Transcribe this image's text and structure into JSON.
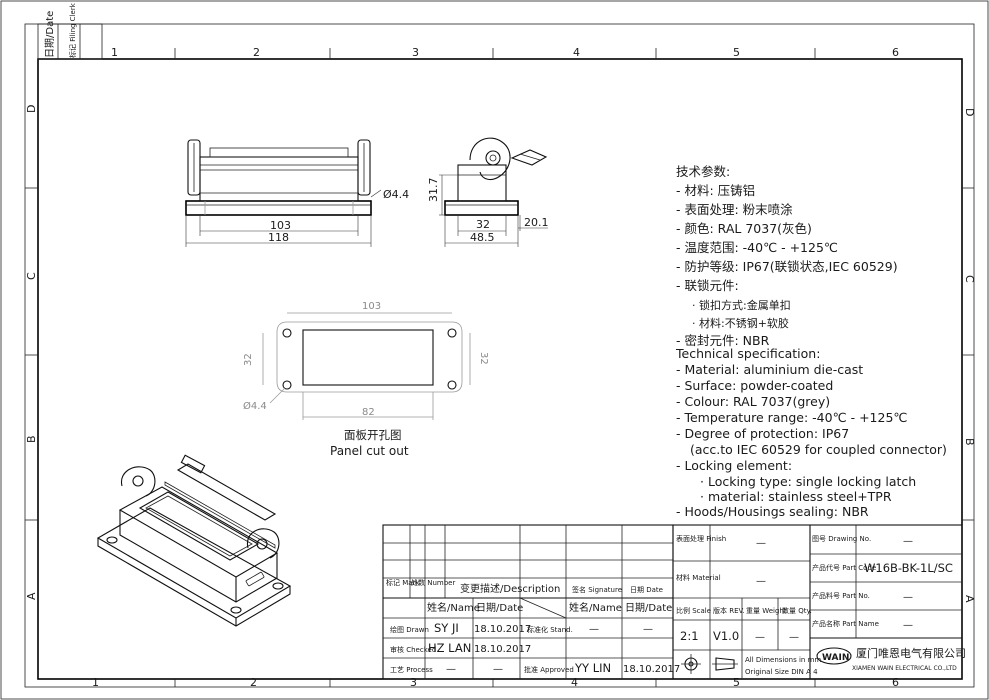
{
  "side_strip": {
    "date_label": "日期/Date",
    "filing_label": "标记 Filing Clerk"
  },
  "columns_top": [
    "1",
    "2",
    "3",
    "4",
    "5",
    "6"
  ],
  "columns_bottom": [
    "1",
    "2",
    "3",
    "4",
    "5",
    "6"
  ],
  "rows_left": [
    "D",
    "C",
    "B",
    "A"
  ],
  "rows_right": [
    "D",
    "C",
    "B",
    "A"
  ],
  "front_view": {
    "dims": {
      "inner_width": "103",
      "outer_width": "118",
      "hole": "Ø4.4"
    }
  },
  "side_view": {
    "dims": {
      "height": "31.7",
      "inner_width": "32",
      "outer_width": "48.5",
      "latch": "20.1"
    }
  },
  "cutout": {
    "dims": {
      "top": "103",
      "bottom": "82",
      "left": "32",
      "right": "32",
      "hole": "Ø4.4"
    },
    "label_cn": "面板开孔图",
    "label_en": "Panel cut out"
  },
  "spec_cn": {
    "heading": "技术参数:",
    "lines": [
      "- 材料: 压铸铝",
      "- 表面处理: 粉末喷涂",
      "- 颜色: RAL 7037(灰色)",
      "- 温度范围: -40℃ - +125℃",
      "- 防护等级: IP67(联锁状态,IEC 60529)",
      "- 联锁元件:",
      "· 锁扣方式:金属单扣",
      "· 材料:不锈钢+软胶",
      "- 密封元件: NBR"
    ]
  },
  "spec_en": {
    "heading": "Technical specification:",
    "lines": [
      "- Material: aluminium die-cast",
      "- Surface: powder-coated",
      "- Colour: RAL 7037(grey)",
      "- Temperature range: -40℃ - +125℃",
      "- Degree of protection: IP67",
      "(acc.to IEC 60529 for coupled connector)",
      "- Locking element:",
      "· Locking type: single locking latch",
      "· material: stainless steel+TPR",
      "- Hoods/Housings sealing: NBR"
    ]
  },
  "revision_block": {
    "mark": "标记 Mark",
    "number": "处数 Number",
    "description": "变更描述/Description",
    "signature": "签名 Signature",
    "date": "日期 Date",
    "name_header": "姓名/Name",
    "date_header": "日期/Date",
    "name_header_2": "姓名/Name",
    "date_header_2": "日期/Date",
    "drawn_label": "绘图 Drawn",
    "checked_label": "审核 Checked",
    "process_label": "工艺 Process",
    "stand_label": "标准化 Stand.",
    "approved_label": "批准 Approved",
    "drawn_name": "SY JI",
    "drawn_date": "18.10.2017",
    "checked_name": "HZ LAN",
    "checked_date": "18.10.2017",
    "process_name": "—",
    "process_date": "—",
    "stand_name": "—",
    "stand_date": "—",
    "approved_name": "YY LIN",
    "approved_date": "18.10.2017"
  },
  "title_block": {
    "finish_label": "表面处理 Finish",
    "finish_value": "—",
    "material_label": "材料 Material",
    "material_value": "—",
    "scale_label": "比例 Scale",
    "scale_value": "2:1",
    "rev_label": "版本 REV.",
    "rev_value": "V1.0",
    "weight_label": "重量 Weight",
    "weight_value": "—",
    "qty_label": "数量 Qty.",
    "qty_value": "—",
    "dims_note_1": "All Dimensions in mm",
    "dims_note_2": "Original Size DIN A 4",
    "drawing_no_label": "图号 Drawing No.",
    "drawing_no_value": "—",
    "part_code_label": "产品代号 Part Code",
    "part_code_value": "W16B-BK-1L/SC",
    "part_no_label": "产品料号 Part No.",
    "part_no_value": "—",
    "part_name_label": "产品名称 Part Name",
    "part_name_value": "—",
    "logo_text": "WAIN",
    "company_cn": "厦门唯恩电气有限公司",
    "company_en": "XIAMEN WAIN ELECTRICAL CO.,LTD"
  }
}
